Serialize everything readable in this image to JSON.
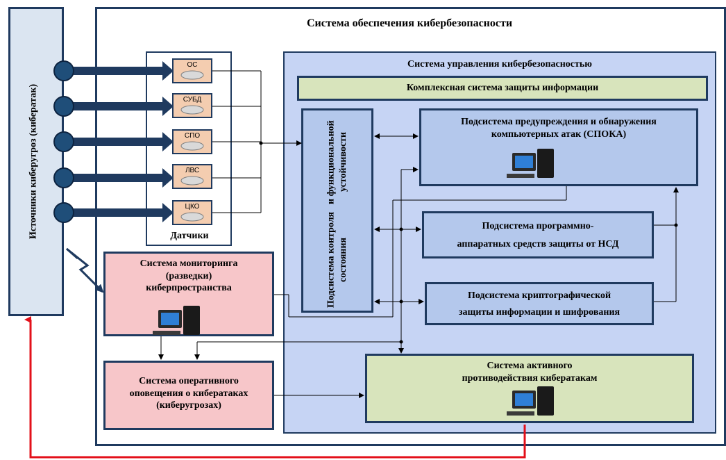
{
  "title": "Система обеспечения кибербезопасности",
  "sources_label": "Источники киберугроз (кибератак)",
  "sensors": {
    "caption": "Датчики",
    "items": [
      "ОС",
      "СУБД",
      "СПО",
      "ЛВС",
      "ЦКО"
    ]
  },
  "management": {
    "title": "Система управления кибербезопасностью",
    "complex": "Комплексная система защиты информации",
    "control_line1": "Подсистема контроля состояния",
    "control_line2": "и функциональной устойчивости",
    "spoka_line1": "Подсистема предупреждения и обнаружения",
    "spoka_line2": "компьютерных атак (СПОКА)",
    "nsd_line1": "Подсистема программно-",
    "nsd_line2": "аппаратных средств защиты от НСД",
    "crypto_line1": "Подсистема криптографической",
    "crypto_line2": "защиты информации и шифрования"
  },
  "monitoring": {
    "line1": "Система мониторинга",
    "line2": "(разведки)",
    "line3": "киберпространства"
  },
  "alert": {
    "line1": "Система оперативного",
    "line2": "оповещения о кибератаках",
    "line3": "(киберугрозах)"
  },
  "active": {
    "line1": "Система активного",
    "line2": "противодействия кибератакам"
  },
  "colors": {
    "border": "#1f3a5f",
    "arrow": "#1f3a5f",
    "feedback": "#e3101a",
    "dark_blue_circle": "#1f4e79"
  }
}
